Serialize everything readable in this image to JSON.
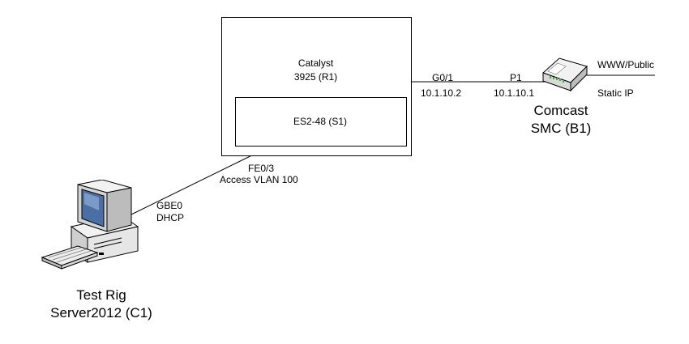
{
  "router": {
    "label_line1": "Catalyst",
    "label_line2": "3925 (R1)",
    "module_label": "ES2-48 (S1)"
  },
  "link_router_modem": {
    "router_port": "G0/1",
    "router_ip": "10.1.10.2",
    "modem_port": "P1",
    "modem_ip": "10.1.10.1"
  },
  "modem": {
    "name_line1": "Comcast",
    "name_line2": "SMC (B1)",
    "uplink_label": "WWW/Public",
    "ip_mode": "Static IP"
  },
  "link_switch_pc": {
    "switch_port": "FE0/3",
    "vlan": "Access VLAN 100",
    "pc_port": "GBE0",
    "pc_ip_mode": "DHCP"
  },
  "pc": {
    "name_line1": "Test Rig",
    "name_line2": "Server2012 (C1)"
  },
  "colors": {
    "line": "#000000",
    "device_body": "#e8e8e8",
    "screen": "#4a6fa5",
    "modem_led": "#3cb043"
  }
}
